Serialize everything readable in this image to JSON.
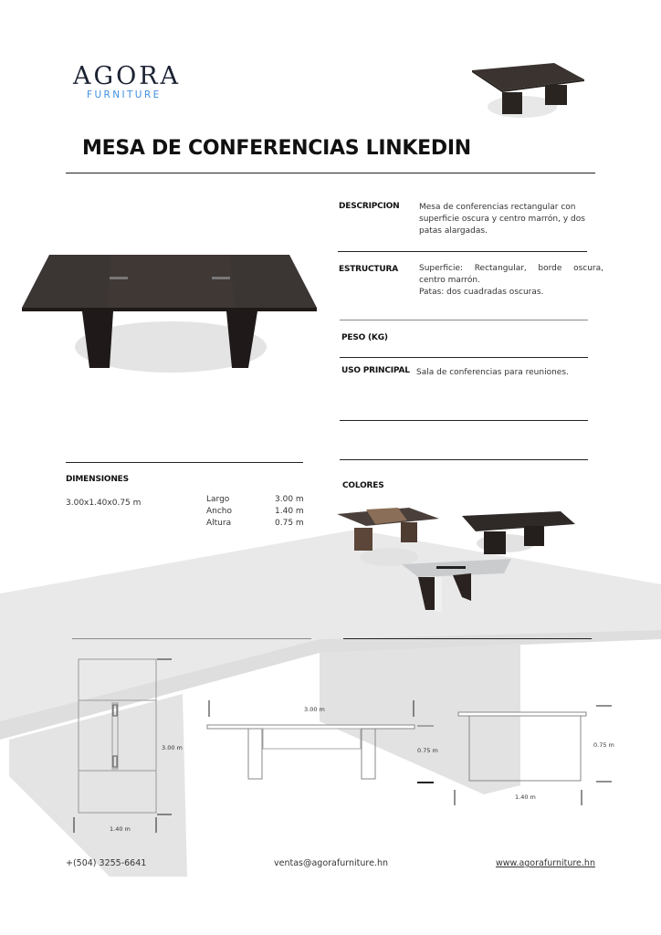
{
  "brand": {
    "name": "AGORA",
    "subtitle": "FURNITURE",
    "subtitle_color": "#3f8fe0",
    "name_color": "#1b2233"
  },
  "product": {
    "title": "MESA DE CONFERENCIAS LINKEDIN"
  },
  "specs": [
    {
      "label": "DESCRIPCION",
      "value": "Mesa de conferencias rectangular con superficie oscura y centro marrón, y dos patas alargadas."
    },
    {
      "label": "ESTRUCTURA",
      "value_line1": "Superficie: Rectangular, borde oscura, centro marrón.",
      "value_line2": "Patas: dos cuadradas oscuras."
    },
    {
      "label": "PESO (KG)",
      "value": ""
    },
    {
      "label": "USO PRINCIPAL",
      "value": "Sala de conferencias para reuniones."
    }
  ],
  "dimensions": {
    "label": "DIMENSIONES",
    "summary": "3.00x1.40x0.75 m",
    "rows": [
      {
        "name": "Largo",
        "value": "3.00 m"
      },
      {
        "name": "Ancho",
        "value": "1.40 m"
      },
      {
        "name": "Altura",
        "value": "0.75 m"
      }
    ]
  },
  "colors": {
    "label": "COLORES",
    "variants": [
      "walnut-brown-center",
      "dark-espresso",
      "white-top-dark-legs"
    ]
  },
  "drawings": {
    "top_view": {
      "length": "3.00 m",
      "width": "1.40 m"
    },
    "front_view": {
      "length": "3.00 m",
      "height": "0.75 m"
    },
    "side_view": {
      "width": "1.40 m",
      "height": "0.75 m"
    }
  },
  "footer": {
    "phone": "+(504) 3255-6641",
    "email": "ventas@agorafurniture.hn",
    "website": "www.agorafurniture.hn"
  }
}
